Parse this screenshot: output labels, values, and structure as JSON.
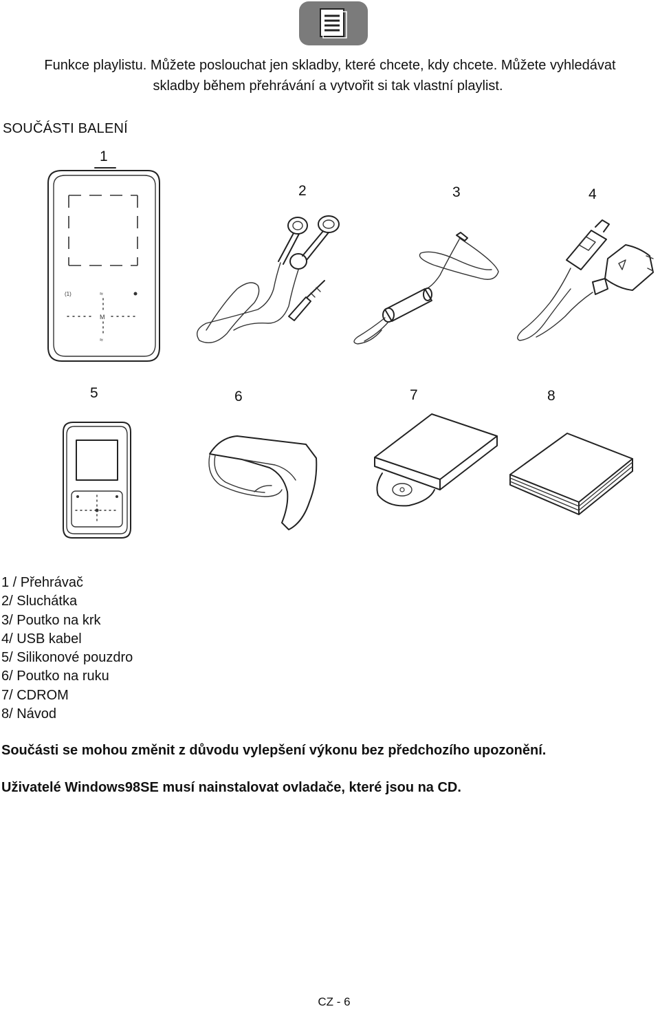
{
  "header": {
    "icon": "document-icon",
    "tab_color": "#7b7b7b"
  },
  "intro": {
    "line1": "Funkce playlistu. Můžete poslouchat jen skladby, které chcete, kdy chcete. Můžete vyhledávat",
    "line2": "skladby během přehrávání a vytvořit si tak vlastní playlist."
  },
  "section_title": "SOUČÁSTI BALENÍ",
  "figure_numbers": [
    "1",
    "2",
    "3",
    "4",
    "5",
    "6",
    "7",
    "8"
  ],
  "parts": [
    "1 / Přehrávač",
    "2/ Sluchátka",
    "3/ Poutko na krk",
    "4/ USB kabel",
    "5/ Silikonové pouzdro",
    "6/ Poutko na ruku",
    "7/ CDROM",
    "8/ Návod"
  ],
  "notes": [
    "Součásti se mohou změnit z důvodu vylepšení výkonu bez předchozího upozonění.",
    "Uživatelé Windows98SE musí nainstalovat ovladače, které jsou na CD."
  ],
  "footer": "CZ - 6"
}
